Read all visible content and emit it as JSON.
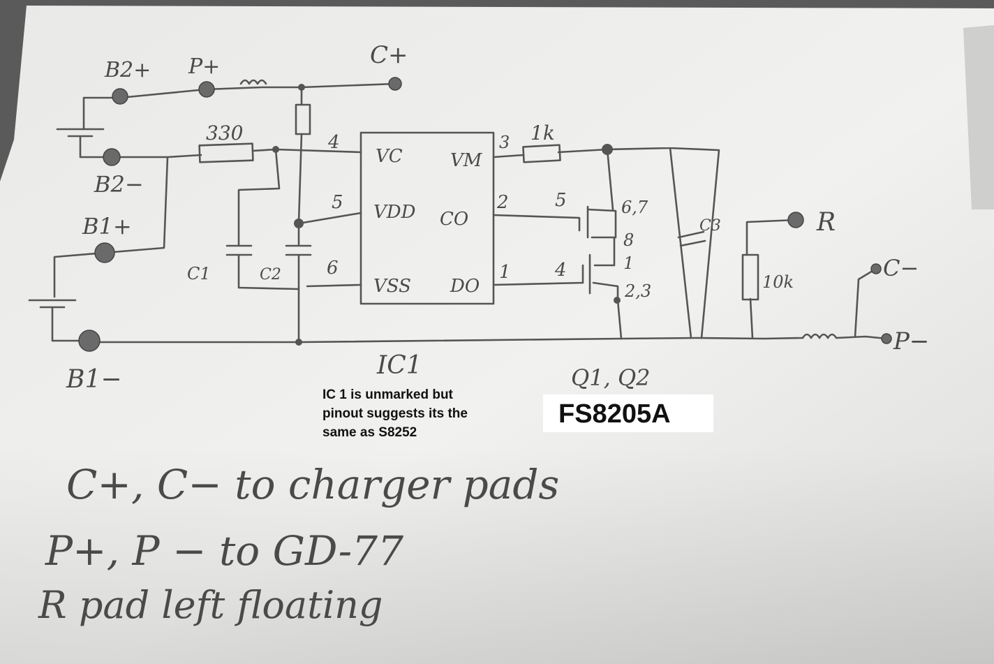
{
  "nodes": {
    "b2_plus": "B2+",
    "p_plus": "P+",
    "c_plus": "C+",
    "b2_minus": "B2−",
    "b1_plus": "B1+",
    "b1_minus": "B1−",
    "r": "R",
    "c_minus": "C−",
    "p_minus": "P−"
  },
  "components": {
    "r_330": "330",
    "r_1k": "1k",
    "r_10k": "10k",
    "c1": "C1",
    "c2": "C2",
    "c3": "C3",
    "ic_label": "IC1",
    "q_label": "Q1, Q2"
  },
  "ic_pins": {
    "vc": "VC",
    "vdd": "VDD",
    "vss": "VSS",
    "vm": "VM",
    "co": "CO",
    "do": "DO",
    "n4": "4",
    "n5": "5",
    "n6": "6",
    "n3": "3",
    "n2": "2",
    "n1": "1"
  },
  "mosfet_pins": {
    "p5": "5",
    "p4": "4",
    "p67": "6,7",
    "p8": "8",
    "p1": "1",
    "p23": "2,3"
  },
  "annotations": {
    "ic_note_line1": "IC 1 is unmarked but",
    "ic_note_line2": "pinout suggests its the",
    "ic_note_line3": "same as S8252",
    "part_number": "FS8205A"
  },
  "notes": {
    "line1": "C+, C−  to charger pads",
    "line2": "P+, P −  to GD-77",
    "line3": "R pad  left floating"
  }
}
